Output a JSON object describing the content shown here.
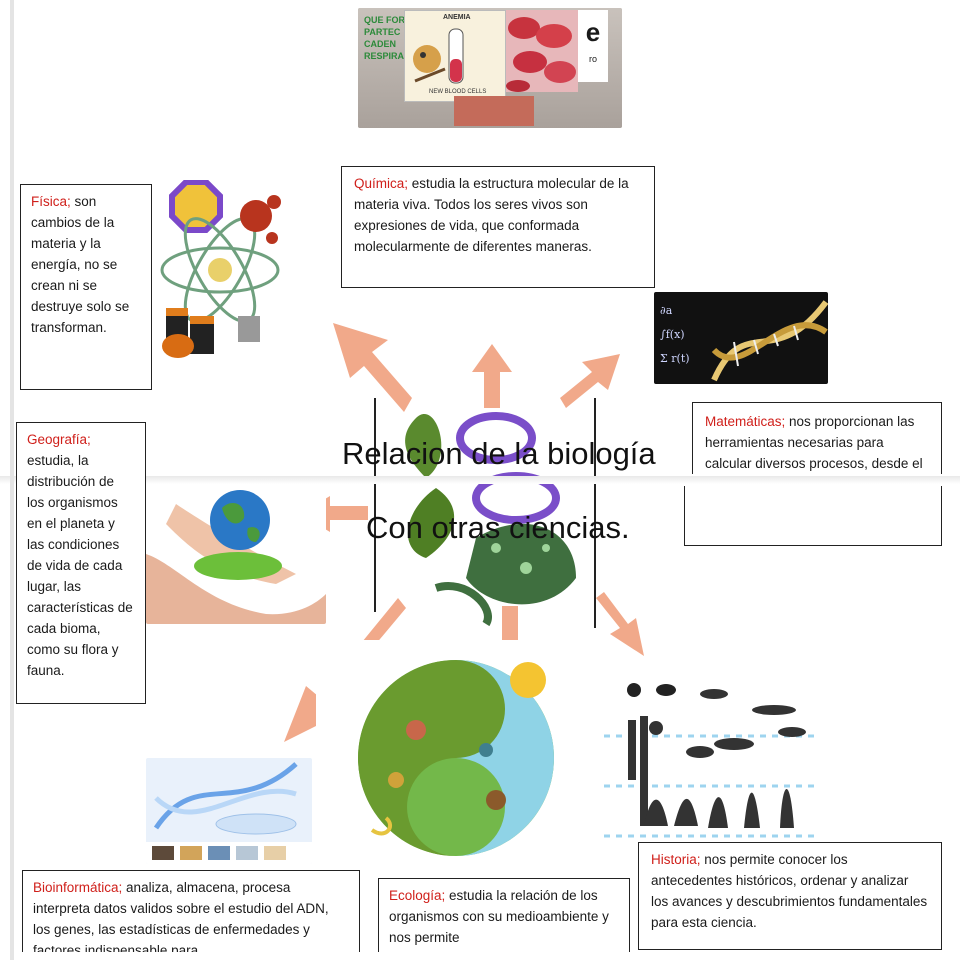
{
  "header_image": {
    "lines": [
      "QUE FOR",
      "PARTEC",
      "CADEN",
      "RESPIRA"
    ],
    "badge": "e",
    "tube_label": "ANEMIA",
    "tube_sub": "NEW BLOOD CELLS",
    "tail": "ro"
  },
  "center": {
    "line1": "Relacion de la biología",
    "line2": "Con otras ciencias."
  },
  "boxes": {
    "fisica": {
      "term": "Física;",
      "text": " son cambios de la materia y la energía, no se crean ni se destruye solo se transforman."
    },
    "quimica": {
      "term": "Química;",
      "text": " estudia la estructura molecular de la materia viva. Todos los seres vivos son expresiones de vida, que conformada molecularmente de diferentes maneras."
    },
    "matematicas": {
      "term": "Matemáticas;",
      "text": " nos proporcionan las herramientas necesarias para calcular diversos procesos, desde el ritmo cardiaco hasta los cambios genéticos."
    },
    "geografia": {
      "term": "Geografía;",
      "text": " estudia, la distribución de los organismos en el planeta y las condiciones de vida de cada lugar, las características de cada bioma, como su flora y fauna."
    },
    "bioinformatica": {
      "term": "Bioinformática;",
      "text": " analiza, almacena, procesa interpreta datos validos sobre el estudio del ADN, los genes, las estadísticas de enfermedades y factores indispensable para"
    },
    "ecologia": {
      "term": "Ecología;",
      "text": " estudia la relación de los organismos con su medioambiente y nos permite"
    },
    "historia": {
      "term": "Historia;",
      "text": " nos permite conocer los antecedentes históricos, ordenar y analizar los avances y descubrimientos fundamentales para esta ciencia."
    }
  },
  "colors": {
    "term": "#d0201b",
    "arrow": "#f1a98a",
    "border": "#222222"
  },
  "icons": [
    "atom-icon",
    "dna-icon",
    "earth-icon",
    "ecology-circle-icon",
    "evolution-icon",
    "dna-lab-icon",
    "frog-icon"
  ]
}
